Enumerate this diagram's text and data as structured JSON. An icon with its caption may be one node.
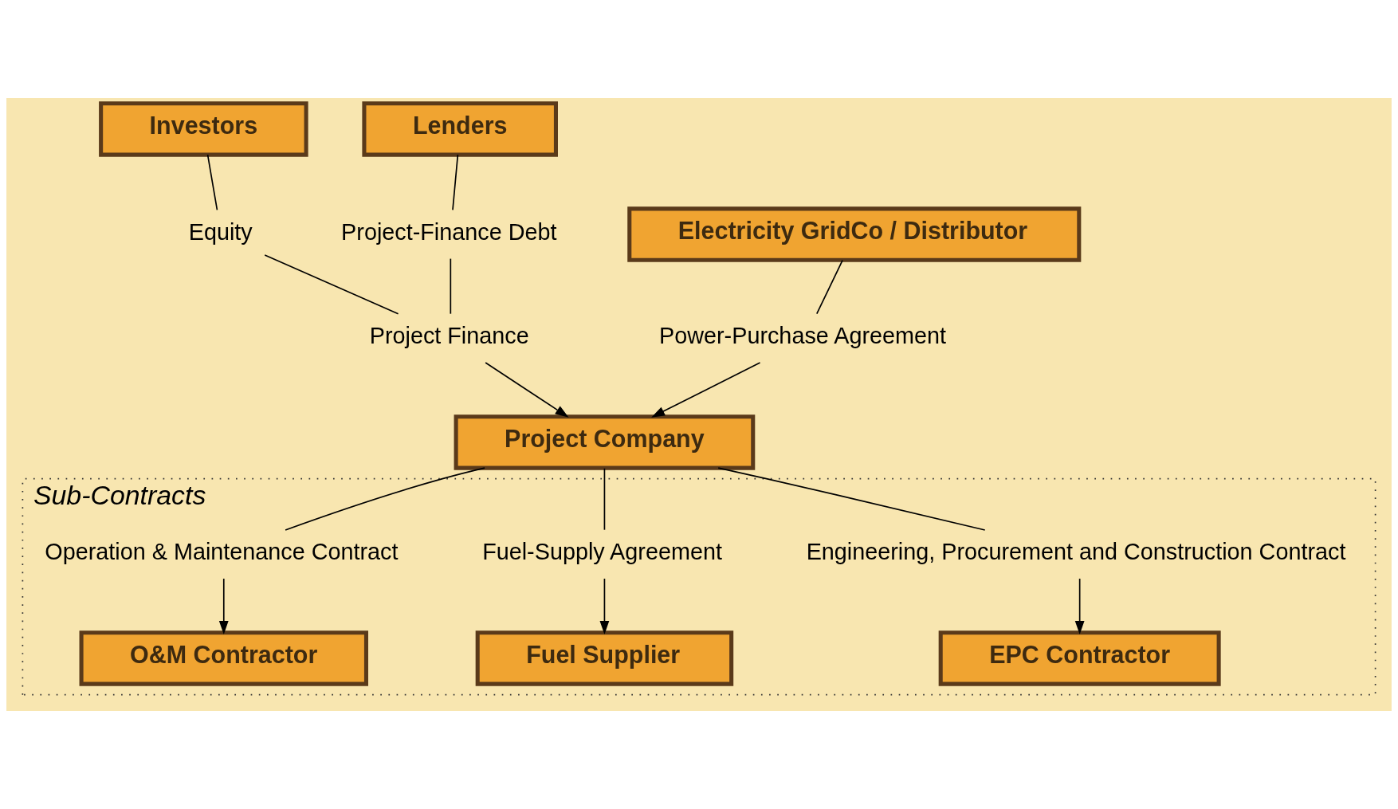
{
  "diagram": {
    "nodes": [
      {
        "text": [
          "Investors"
        ]
      },
      {
        "text": [
          "Lenders"
        ]
      },
      {
        "text": [
          "Electricity GridCo / Distributor"
        ]
      },
      {
        "text": [
          "Equity"
        ]
      },
      {
        "text": [
          "Project-Finance Debt"
        ]
      },
      {
        "text": [
          "Project Finance"
        ]
      },
      {
        "text": [
          "Power-Purchase Agreement"
        ]
      },
      {
        "text": [
          "Project Company"
        ]
      },
      {
        "text": [
          "Sub-Contracts"
        ]
      },
      {
        "text": [
          "Engineering, Procurement and Construction Contract"
        ],
        "in": 8
      },
      {
        "text": [
          "Fuel-Supply Agreement"
        ],
        "in": 8
      },
      {
        "text": [
          "Operation & Maintenance Contract"
        ],
        "in": 8
      },
      {
        "text": [
          "EPC Contractor"
        ],
        "in": 8
      },
      {
        "text": [
          "Fuel Supplier"
        ],
        "in": 8
      },
      {
        "text": [
          "O&M Contractor"
        ],
        "in": 8
      }
    ],
    "edges": [
      {
        "from": 0,
        "to": 3,
        "arrow": "none"
      },
      {
        "from": 1,
        "to": 4,
        "arrow": "none"
      },
      {
        "from": 3,
        "to": 5,
        "arrow": "none"
      },
      {
        "from": 4,
        "to": 5,
        "arrow": "none"
      },
      {
        "from": 5,
        "to": 7,
        "arrow": "to"
      },
      {
        "from": 2,
        "to": 6,
        "arrow": "none"
      },
      {
        "from": 6,
        "to": 7,
        "arrow": "to"
      },
      {
        "from": 7,
        "to": 9,
        "arrow": "none"
      },
      {
        "from": 7,
        "to": 10,
        "arrow": "none"
      },
      {
        "from": 7,
        "to": 11,
        "arrow": "none"
      },
      {
        "from": 9,
        "to": 12,
        "arrow": "to"
      },
      {
        "from": 10,
        "to": 13,
        "arrow": "to"
      },
      {
        "from": 11,
        "to": 14,
        "arrow": "to"
      }
    ]
  }
}
